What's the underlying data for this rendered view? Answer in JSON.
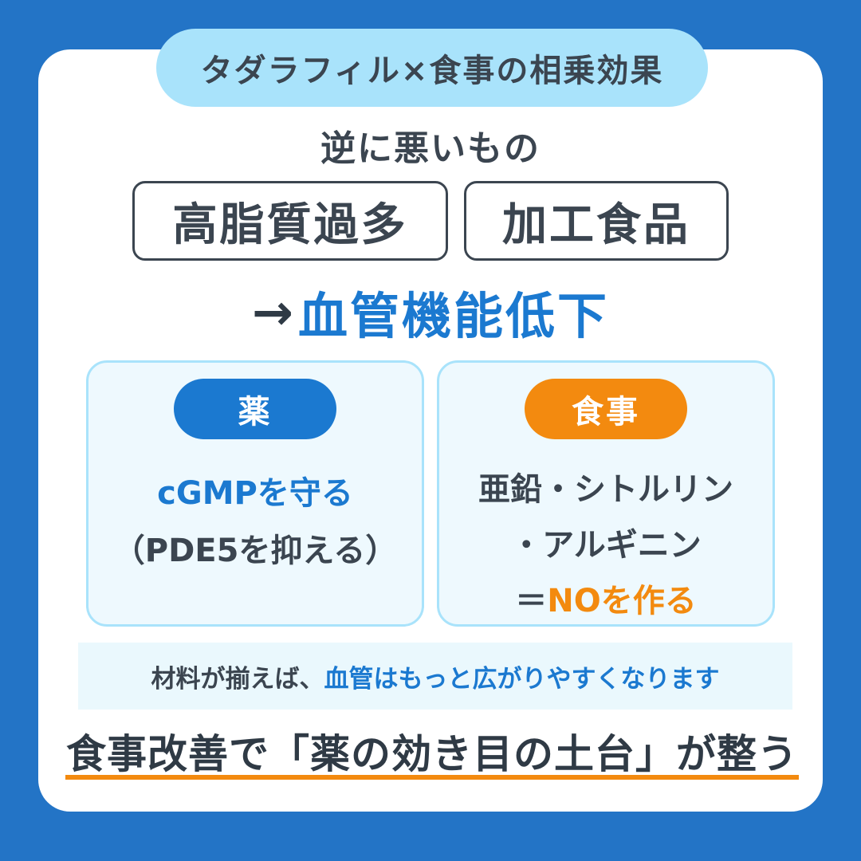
{
  "title": "タダラフィル×食事の相乗効果",
  "bad_section": {
    "label": "逆に悪いもの",
    "items": [
      "高脂質過多",
      "加工食品"
    ],
    "result_arrow": "→",
    "result_text": "血管機能低下"
  },
  "drug_panel": {
    "badge": "薬",
    "line1": "cGMPを守る",
    "line2": "（PDE5を抑える）"
  },
  "food_panel": {
    "badge": "食事",
    "line1": "亜鉛・シトルリン",
    "line2": "・アルギニン",
    "line3_prefix": "＝",
    "line3_highlight": "NOを作る"
  },
  "banner": {
    "prefix": "材料が揃えば、",
    "highlight": "血管はもっと広がりやすくなります"
  },
  "conclusion": "食事改善で「薬の効き目の土台」が整う",
  "colors": {
    "background": "#2374c6",
    "accent_blue": "#1b79d0",
    "accent_orange": "#f38a0f",
    "light_blue": "#a9e3fb",
    "text_dark": "#3b4550"
  }
}
